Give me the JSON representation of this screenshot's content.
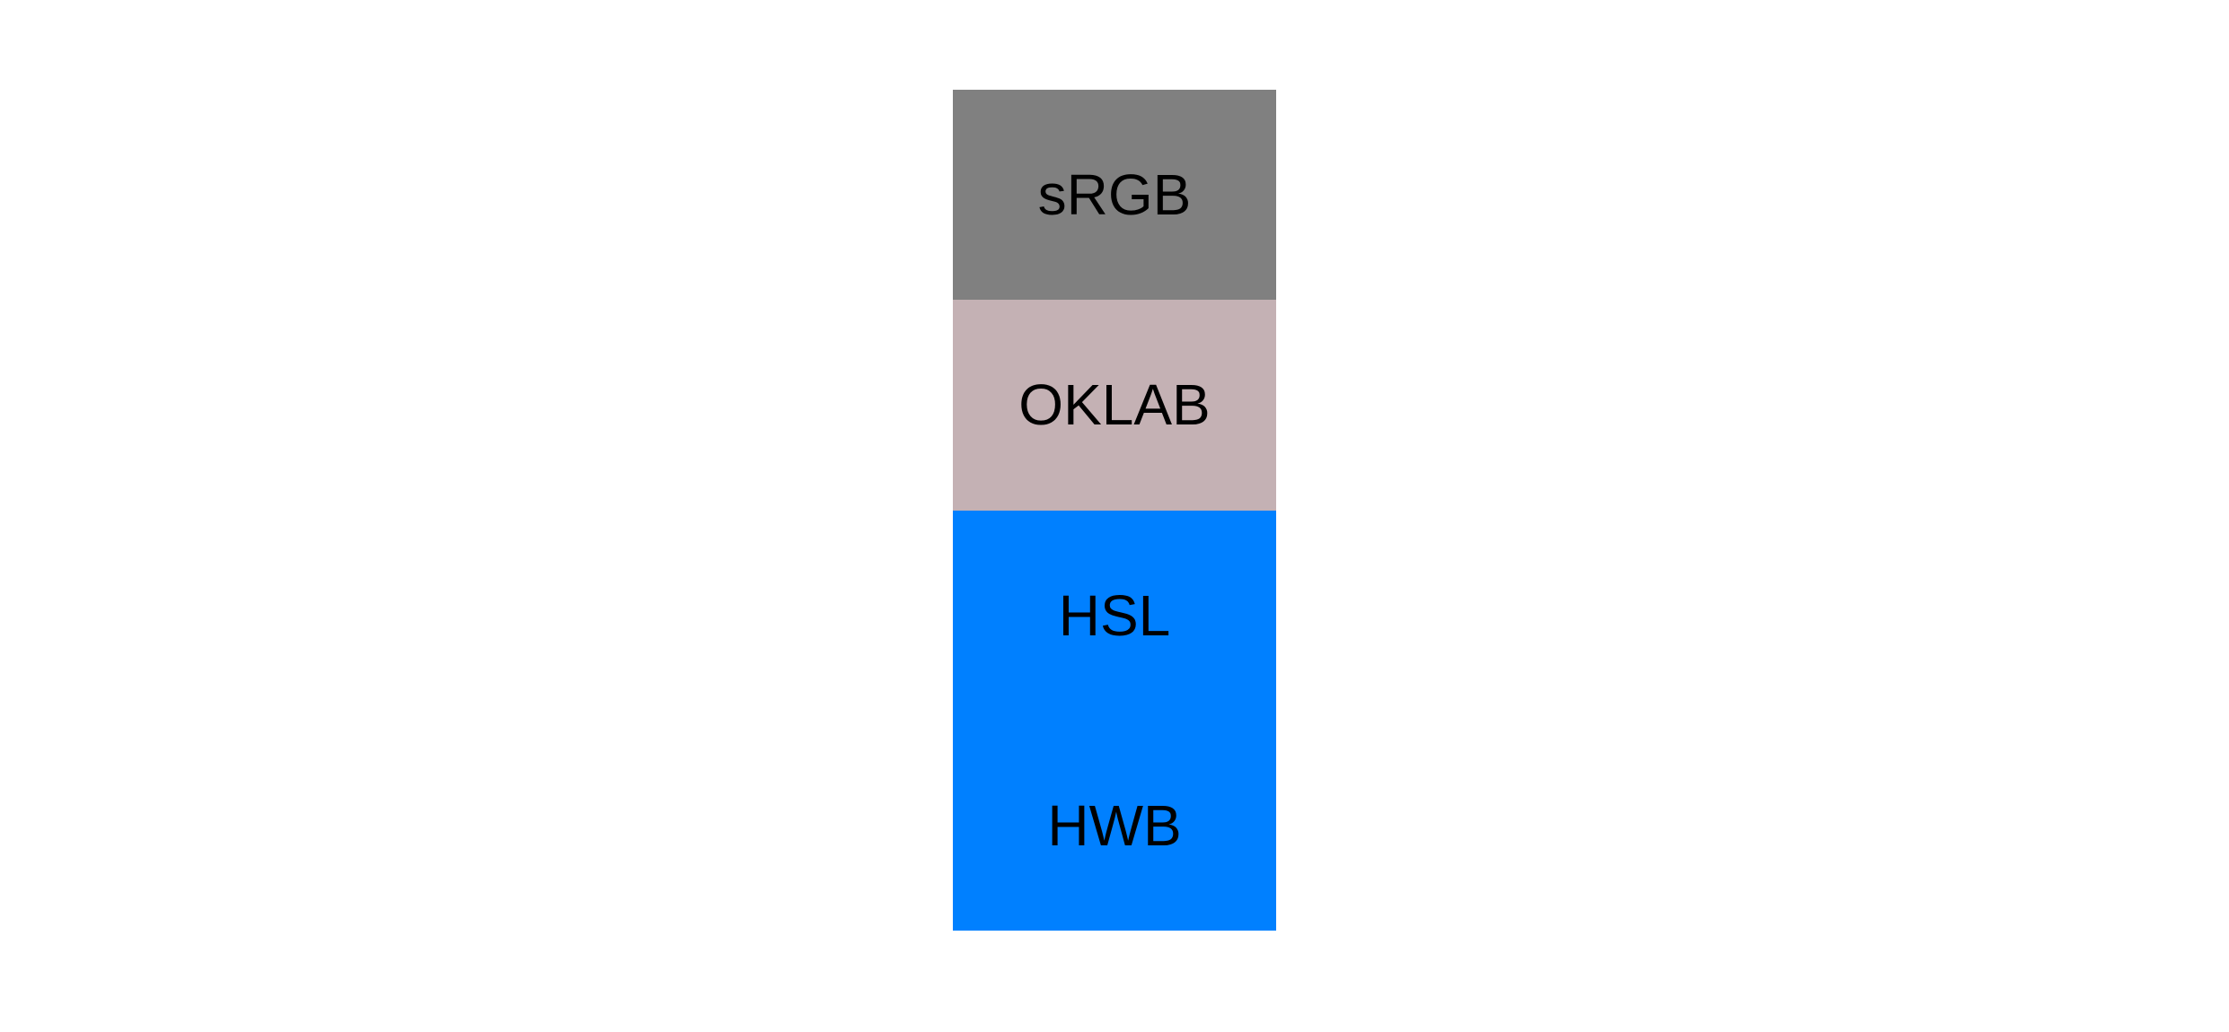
{
  "figure": {
    "background_color": "#ffffff",
    "text_color": "#000000",
    "blocks": [
      {
        "label": "sRGB",
        "color": "#808080"
      },
      {
        "label": "OKLAB",
        "color": "#c4b1b4"
      },
      {
        "label": "HSL",
        "color": "#0080ff"
      },
      {
        "label": "HWB",
        "color": "#0080ff"
      }
    ]
  }
}
